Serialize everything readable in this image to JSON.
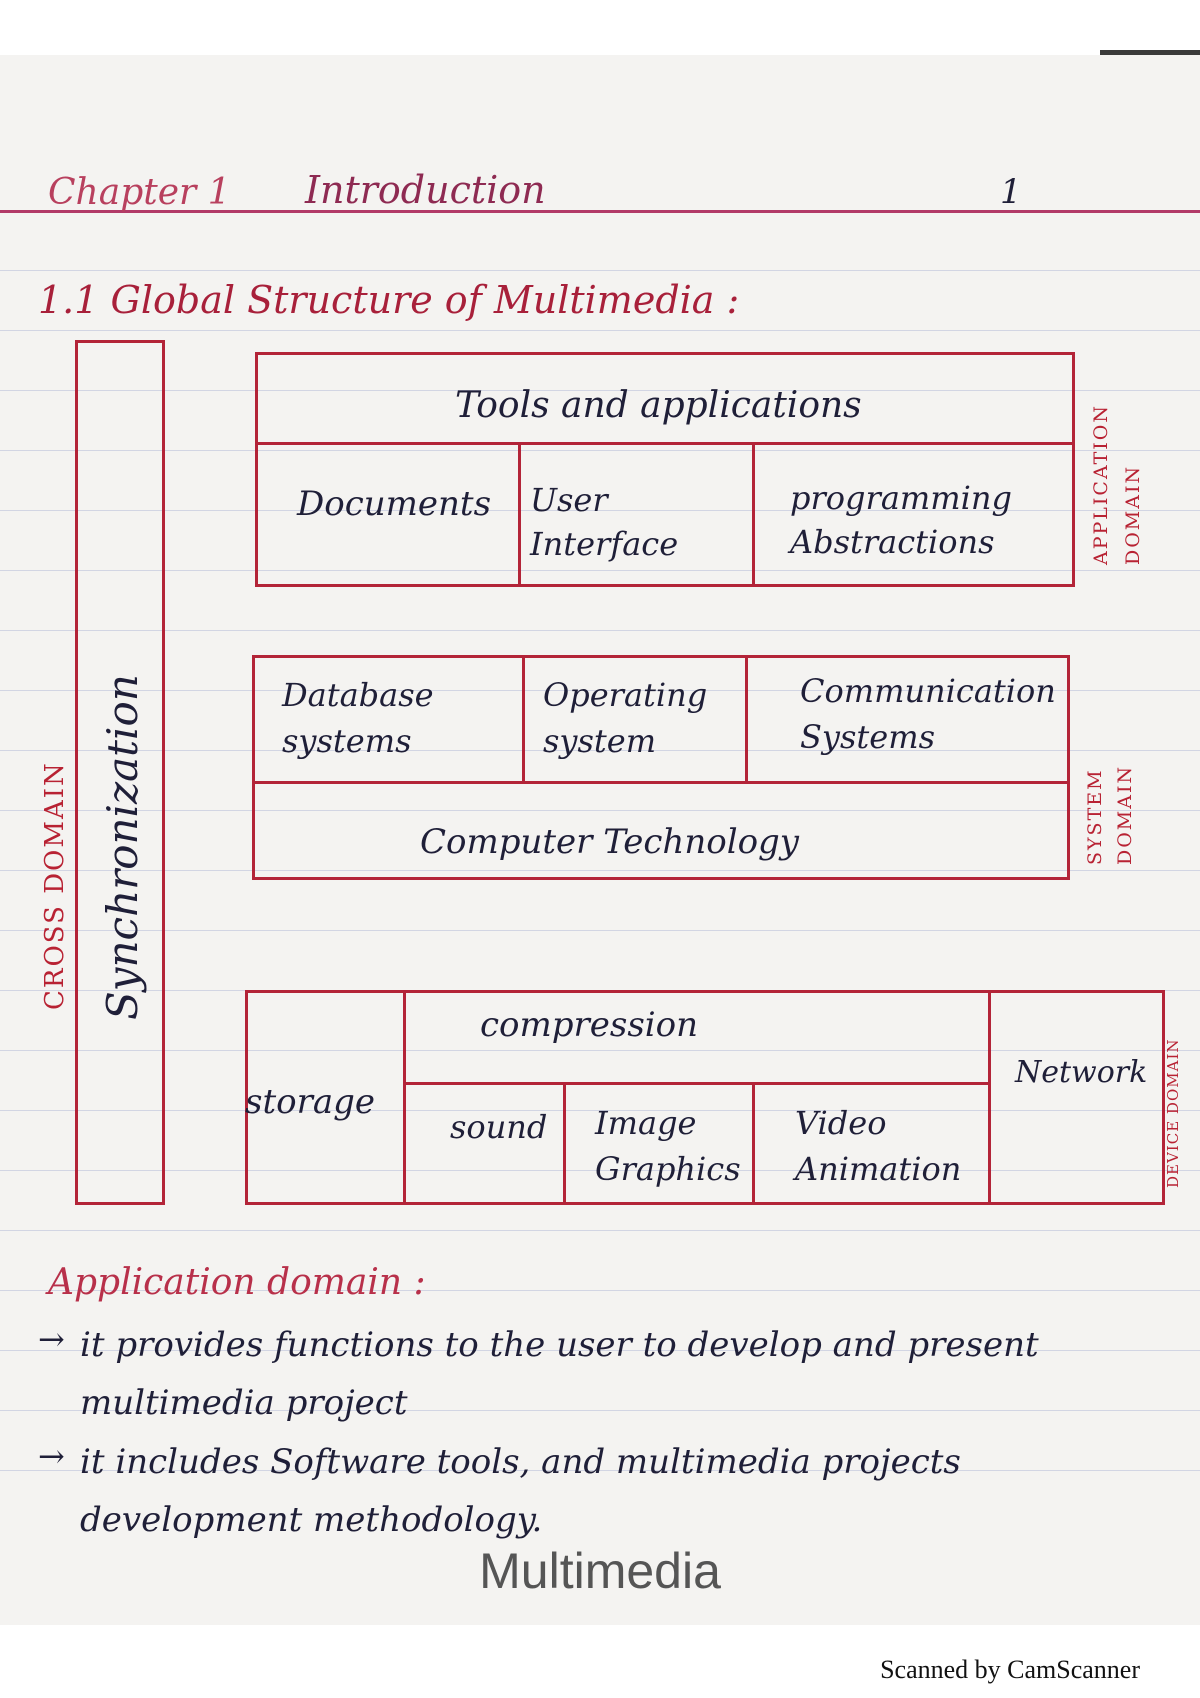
{
  "header": {
    "chapter": "Chapter 1",
    "title": "Introduction",
    "page_number": "1"
  },
  "section_title": "1.1 Global Structure of Multimedia :",
  "diagram": {
    "cross_domain_label": "CROSS DOMAIN",
    "synchronization_label": "Synchronization",
    "application_domain": {
      "side_label": "APPLICATION DOMAIN",
      "header": "Tools and applications",
      "cells": [
        "Documents",
        "User Interface",
        "programming Abstractions"
      ]
    },
    "system_domain": {
      "side_label": "SYSTEM DOMAIN",
      "cells": [
        "Database systems",
        "Operating system",
        "Communication Systems"
      ],
      "base": "Computer Technology"
    },
    "device_domain": {
      "side_label": "DEVICE DOMAIN",
      "storage": "storage",
      "compression": "compression",
      "network": "Network",
      "cells": [
        "sound",
        "Image Graphics",
        "Video Animation"
      ]
    }
  },
  "notes": {
    "heading": "Application domain :",
    "bullets": [
      "it provides functions to the user to develop and present multimedia project",
      "it includes Software tools, and multimedia projects development methodology."
    ]
  },
  "footer": {
    "watermark": "Multimedia",
    "scanner": "Scanned by CamScanner"
  }
}
